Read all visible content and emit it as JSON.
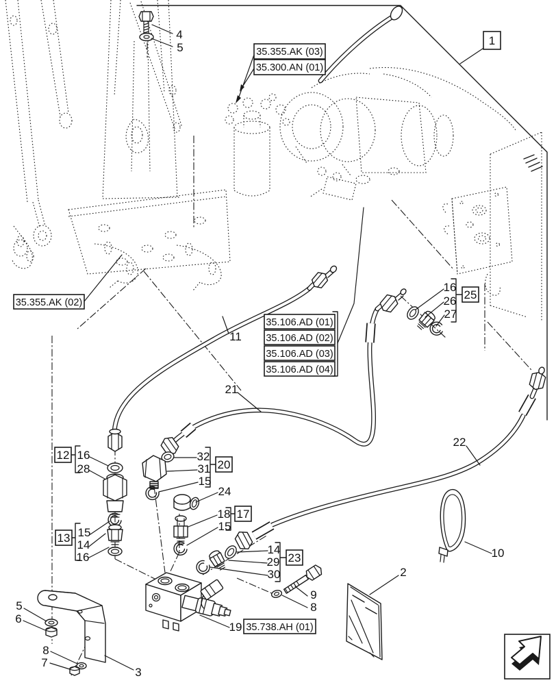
{
  "colors": {
    "ink": "#1a1a1a",
    "paper": "#ffffff"
  },
  "ref_boxes": {
    "frame": "1",
    "ak03": "35.355.AK (03)",
    "an01": "35.300.AN (01)",
    "ak02": "35.355.AK (02)",
    "ad01": "35.106.AD (01)",
    "ad02": "35.106.AD (02)",
    "ad03": "35.106.AD (03)",
    "ad04": "35.106.AD (04)",
    "g12": "12",
    "g13": "13",
    "g17": "17",
    "g20": "20",
    "g23": "23",
    "g25": "25",
    "ah01": "35.738.AH (01)"
  },
  "callouts": {
    "c2": "2",
    "c3": "3",
    "c4": "4",
    "c5a": "5",
    "c5b": "5",
    "c6": "6",
    "c7": "7",
    "c8a": "8",
    "c8b": "8",
    "c9": "9",
    "c10": "10",
    "c11": "11",
    "c14a": "14",
    "c14b": "14",
    "c15a": "15",
    "c15b": "15",
    "c15c": "15",
    "c16a": "16",
    "c16b": "16",
    "c16c": "16",
    "c18": "18",
    "c19": "19",
    "c21": "21",
    "c22": "22",
    "c24": "24",
    "c26": "26",
    "c27": "27",
    "c28": "28",
    "c29": "29",
    "c30": "30",
    "c31": "31",
    "c32": "32"
  },
  "icon": {
    "name": "continue-arrow"
  }
}
